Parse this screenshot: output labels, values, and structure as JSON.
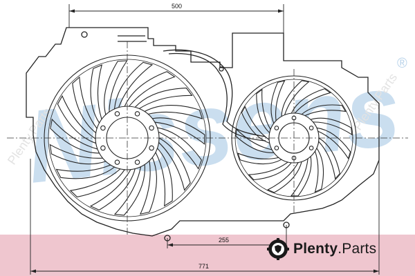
{
  "dimensions": {
    "top_width": "500",
    "inner_width": "255",
    "overall_width": "771"
  },
  "watermarks": {
    "brand": "Nissens",
    "registered": "®",
    "plenty_small": "Plenty.Parts"
  },
  "logo": {
    "icon": "gear-shield-icon",
    "name_bold": "Plenty",
    "name_rest": ".Parts"
  },
  "colors": {
    "watermark_blue": "#b9d3ea",
    "band_pink": "#efc6cf",
    "line": "#222222"
  }
}
